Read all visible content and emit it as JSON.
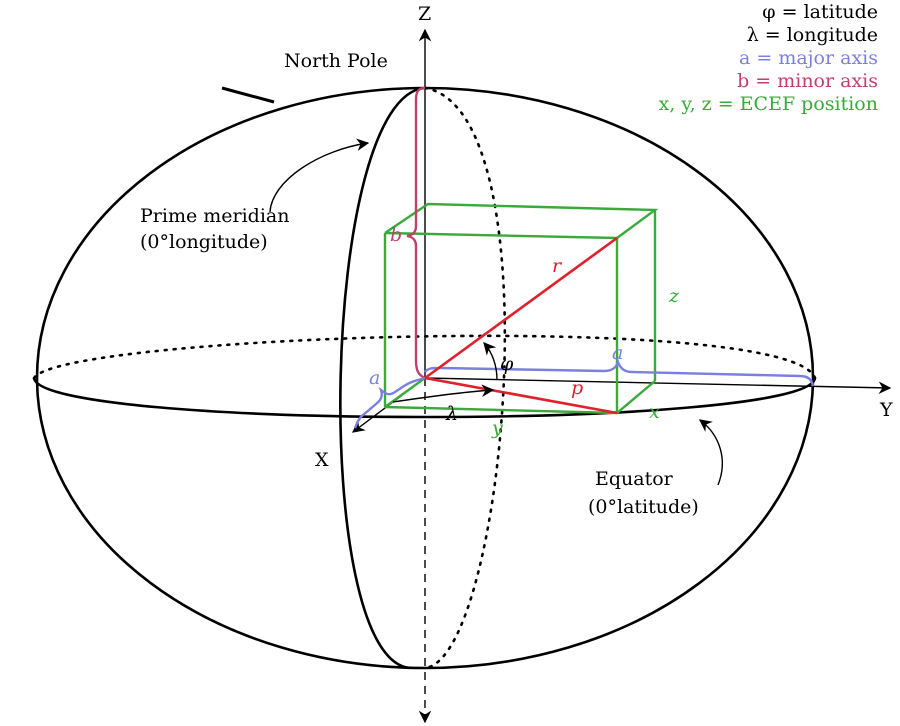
{
  "legend": [
    {
      "text": "φ = latitude",
      "color": "#000000"
    },
    {
      "text": "λ = longitude",
      "color": "#000000"
    },
    {
      "text": "a = major axis",
      "color": "#7b7fe0"
    },
    {
      "text": "b = minor axis",
      "color": "#c0406a"
    },
    {
      "text": "x, y, z = ECEF position",
      "color": "#3aaa3a"
    }
  ],
  "axes": {
    "x": "X",
    "y": "Y",
    "z": "Z"
  },
  "labels": {
    "north_pole": "North Pole",
    "prime_meridian": "Prime meridian",
    "prime_meridian_sub": "(0°longitude)",
    "equator": "Equator",
    "equator_sub": "(0°latitude)"
  },
  "symbols": {
    "r": "r",
    "p": "p",
    "phi": "φ",
    "lambda": "λ",
    "a_left": "a",
    "a_right": "a",
    "b": "b",
    "x": "x",
    "y": "y",
    "z": "z"
  },
  "colors": {
    "major": "#7b7fe0",
    "minor": "#c0406a",
    "ecef": "#3aaa3a",
    "vector": "#e0202a"
  }
}
